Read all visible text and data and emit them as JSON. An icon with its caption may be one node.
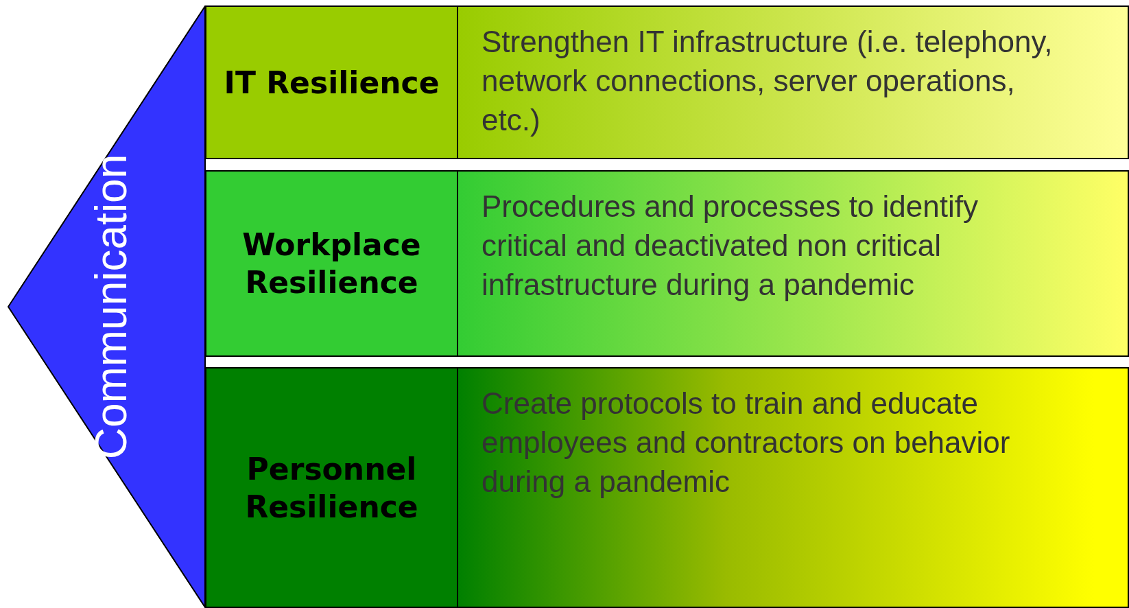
{
  "diagram": {
    "nodes": [
      {
        "text": [
          "Communication"
        ]
      },
      {
        "text": [
          "IT Resilience"
        ]
      },
      {
        "text": [
          "Strengthen IT infrastructure (i.e. telephony, network connections, server operations, etc.)"
        ]
      },
      {
        "text": [
          "Workplace Resilience"
        ]
      },
      {
        "text": [
          "Procedures and processes to identify critical and deactivated non critical infrastructure during a pandemic"
        ]
      },
      {
        "text": [
          "Personnel Resilience"
        ]
      },
      {
        "text": [
          "Create protocols to train and educate employees and contractors on behavior during a pandemic"
        ]
      }
    ]
  }
}
